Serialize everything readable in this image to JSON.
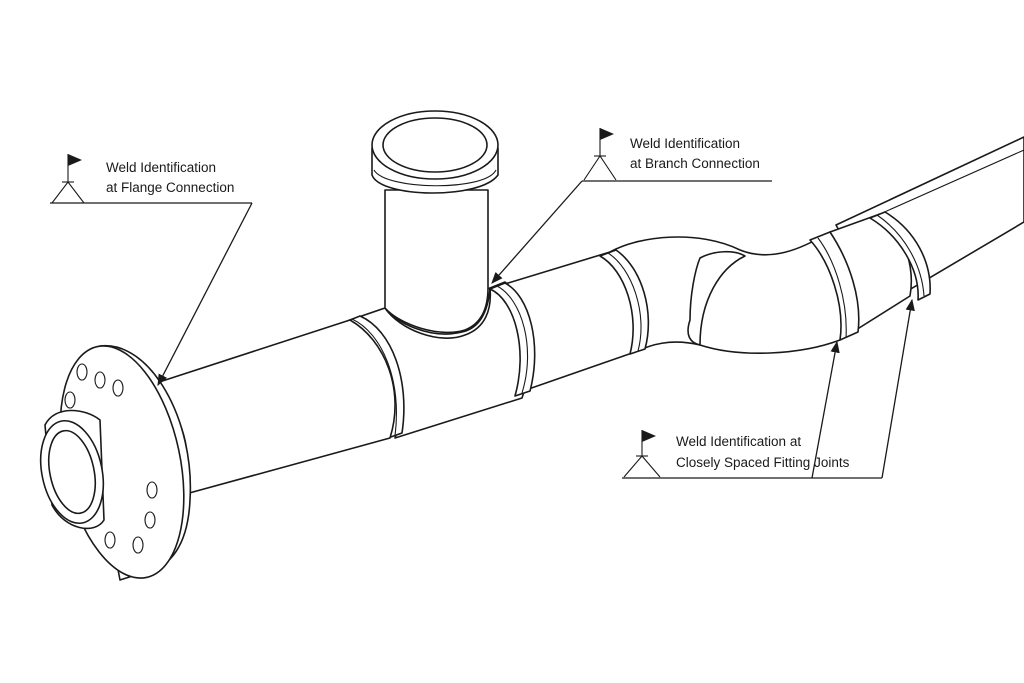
{
  "callouts": {
    "flange": {
      "line1": "Weld Identification",
      "line2": "at Flange Connection"
    },
    "branch": {
      "line1": "Weld Identification",
      "line2": "at Branch Connection"
    },
    "fitting": {
      "line1": "Weld Identification at",
      "line2": "Closely Spaced Fitting Joints"
    }
  },
  "icons": {
    "weld_symbol": "weld-flag-triangle-icon"
  },
  "colors": {
    "line": "#1a1a1a",
    "background": "#ffffff"
  }
}
